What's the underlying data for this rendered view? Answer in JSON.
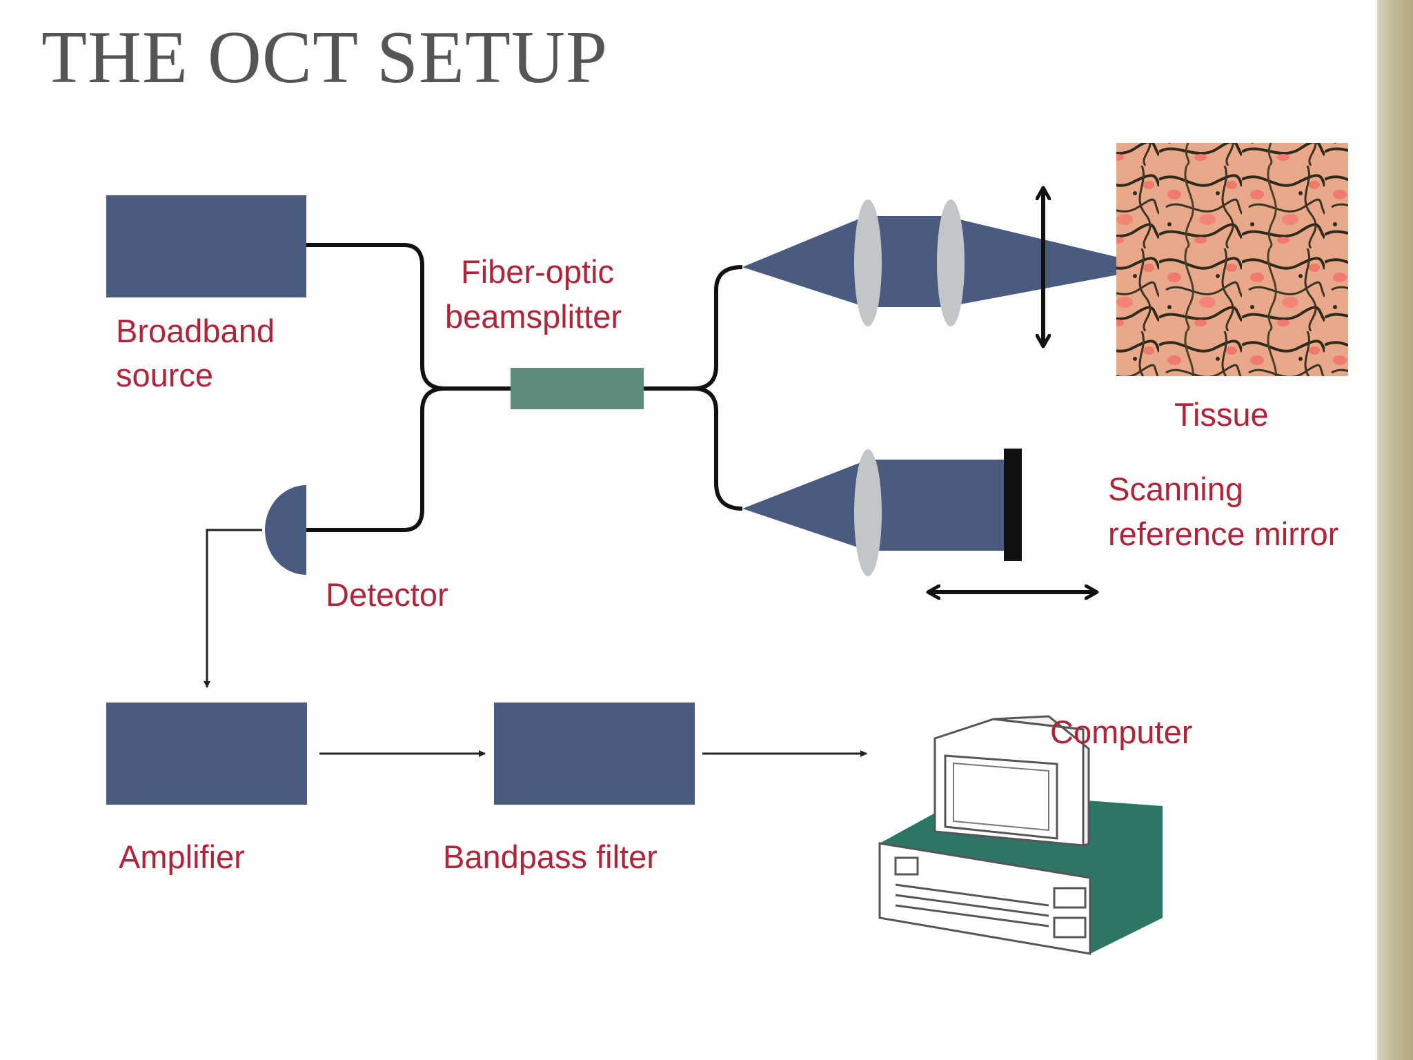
{
  "slide": {
    "title": "THE OCT SETUP"
  },
  "labels": {
    "broadband_source_line1": "Broadband",
    "broadband_source_line2": "source",
    "beamsplitter_line1": "Fiber-optic",
    "beamsplitter_line2": "beamsplitter",
    "tissue": "Tissue",
    "mirror_line1": "Scanning",
    "mirror_line2": "reference mirror",
    "detector": "Detector",
    "amplifier": "Amplifier",
    "bandpass_filter": "Bandpass filter",
    "computer": "Computer"
  },
  "colors": {
    "block": "#4b5b80",
    "coupler": "#5f8a7e",
    "lens": "#c3c6c9",
    "label": "#b0243a",
    "computer_base": "#2d7566"
  }
}
